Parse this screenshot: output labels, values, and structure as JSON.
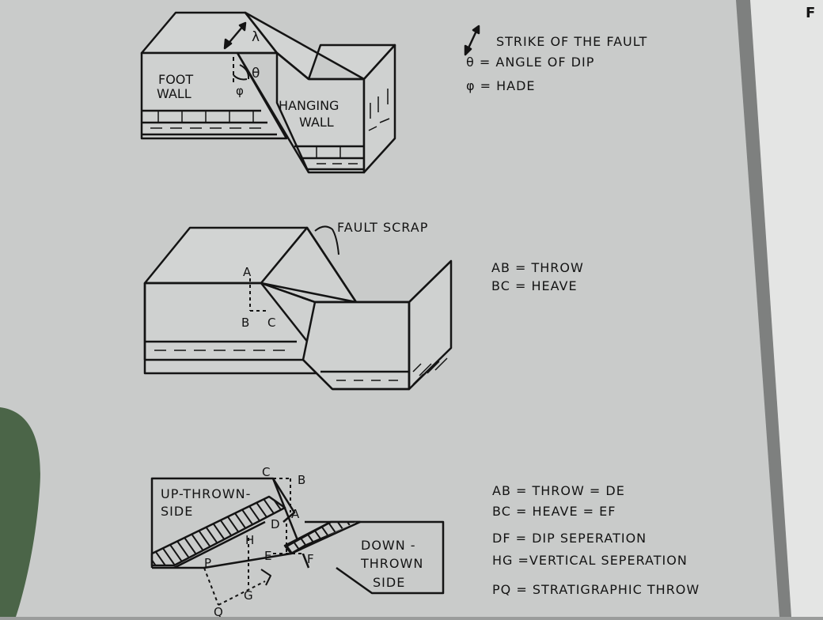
{
  "page_header": {
    "text": "F"
  },
  "legend_top": {
    "strike_label": "STRIKE OF THE FAULT",
    "dip_label": "θ = ANGLE OF DIP",
    "hade_label": "φ = HADE"
  },
  "figure1": {
    "foot_wall": [
      "FOOT",
      "WALL"
    ],
    "hanging_wall": [
      "HANGING",
      "WALL"
    ],
    "theta": "θ",
    "phi": "φ",
    "lambda": "λ"
  },
  "figure2": {
    "title": "FAULT SCRAP",
    "points": {
      "a": "A",
      "b": "B",
      "c": "C"
    }
  },
  "legend_middle": {
    "throw": "AB = THROW",
    "heave": "BC = HEAVE"
  },
  "figure3": {
    "up_thrown": [
      "UP-THROWN-",
      "SIDE"
    ],
    "down_thrown": [
      "DOWN -",
      "THROWN",
      "SIDE"
    ],
    "points": {
      "a": "A",
      "b": "B",
      "c": "C",
      "d": "D",
      "e": "E",
      "f": "F",
      "g": "G",
      "h": "H",
      "p": "P",
      "q": "Q"
    }
  },
  "legend_bottom": {
    "throw": "AB = THROW = DE",
    "heave": "BC = HEAVE = EF",
    "dip_sep": "DF = DIP SEPERATION",
    "vert_sep": "HG =VERTICAL SEPERATION",
    "strat": "PQ = STRATIGRAPHIC THROW"
  },
  "colors": {
    "paper": "#c9cbca",
    "ink": "#141414",
    "shadow": "#3d5a3a",
    "margin": "#7e807f"
  }
}
